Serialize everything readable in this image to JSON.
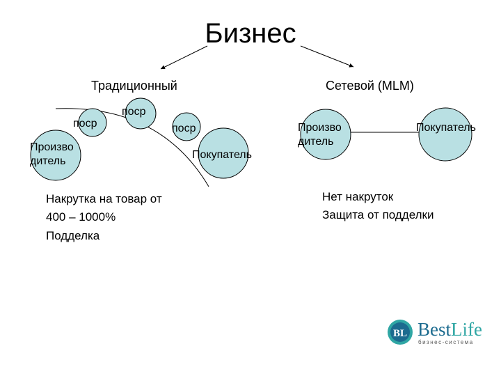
{
  "title": "Бизнес",
  "traditional": {
    "label": "Традиционный",
    "producer": "Произво\nдитель",
    "intermediaries": [
      "поср",
      "поср",
      "поср"
    ],
    "buyer": "Покупатель",
    "notes": [
      "Накрутка на товар от",
      "400 – 1000%",
      "Подделка"
    ]
  },
  "network": {
    "label": "Сетевой (MLM)",
    "producer": "Произво\nдитель",
    "buyer": "Покупатель",
    "notes": [
      "Нет накруток",
      "Защита от подделки"
    ]
  },
  "logo": {
    "mark": "BL",
    "name_part1": "Best",
    "name_part2": "Life",
    "subtitle": "бизнес-система"
  },
  "colors": {
    "node_fill": "#b9e0e3",
    "logo_primary": "#1c6b8f",
    "logo_accent": "#2fa6a4"
  }
}
